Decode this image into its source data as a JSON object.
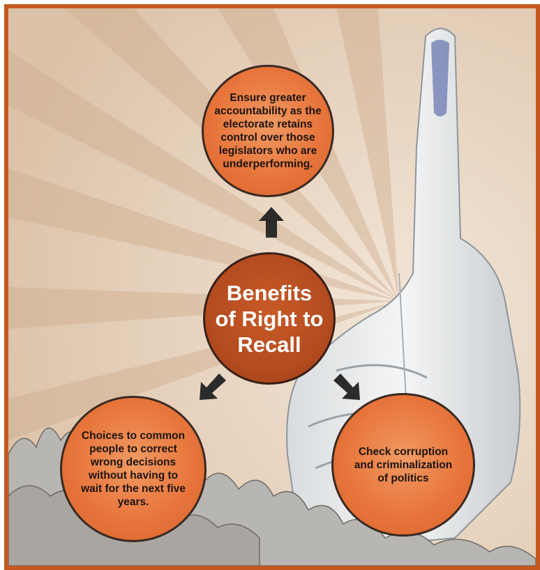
{
  "center": {
    "line1": "Benefits",
    "line2": "of Right to",
    "line3": "Recall"
  },
  "top": {
    "lines": [
      "Ensure greater",
      "accountability as the",
      "electorate retains",
      "control over those",
      "legislators who are",
      "underperforming."
    ]
  },
  "bottom_left": {
    "lines": [
      "Choices to common",
      "people to correct",
      "wrong decisions",
      "without having to",
      "wait for the next five",
      "years."
    ]
  },
  "bottom_right": {
    "lines": [
      "Check corruption",
      "and criminalization",
      "of politics"
    ]
  },
  "colors": {
    "frame": "#c5581e",
    "circle_orange": "#e8763c",
    "center_brown": "#b44c1f",
    "arrow": "#2b2b2b"
  },
  "icons": {
    "background": "raised-inked-finger-and-crowd-illustration",
    "arrows": "arrow-icon"
  }
}
